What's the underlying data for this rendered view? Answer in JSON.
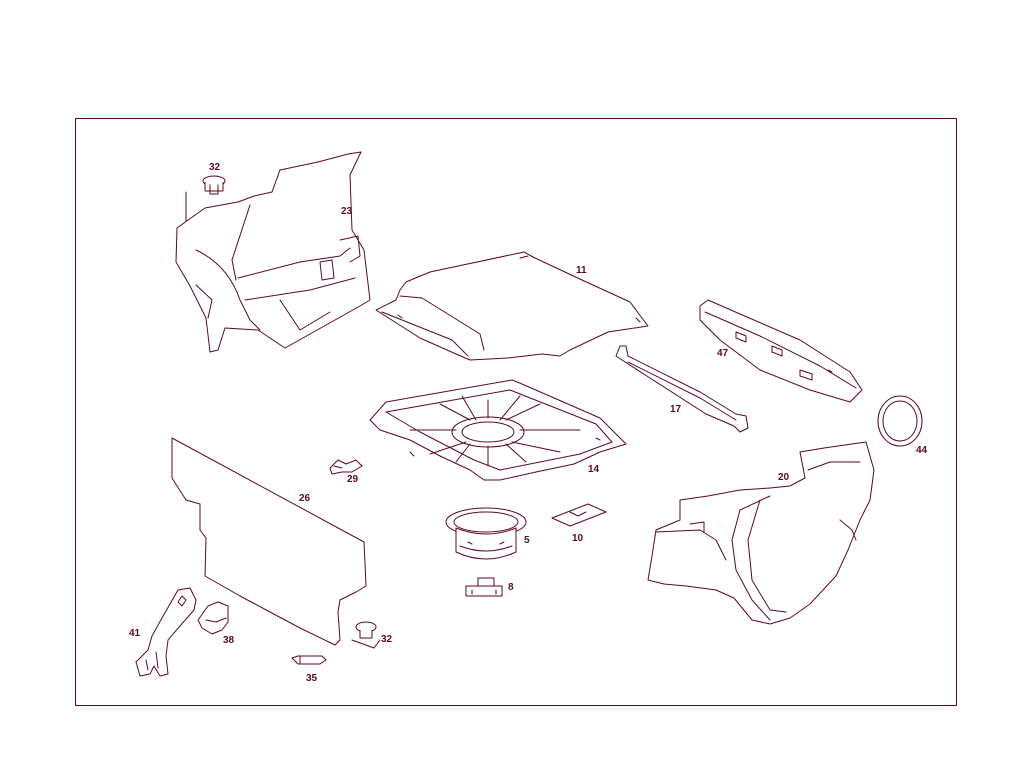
{
  "colors": {
    "line": "#5a0a1e",
    "background": "#ffffff"
  },
  "callouts": {
    "p32_top": "32",
    "p23": "23",
    "p11": "11",
    "p47": "47",
    "p17": "17",
    "p44": "44",
    "p14": "14",
    "p20": "20",
    "p26": "26",
    "p29": "29",
    "p5": "5",
    "p10": "10",
    "p8": "8",
    "p41": "41",
    "p38": "38",
    "p32_bottom": "32",
    "p35": "35"
  }
}
